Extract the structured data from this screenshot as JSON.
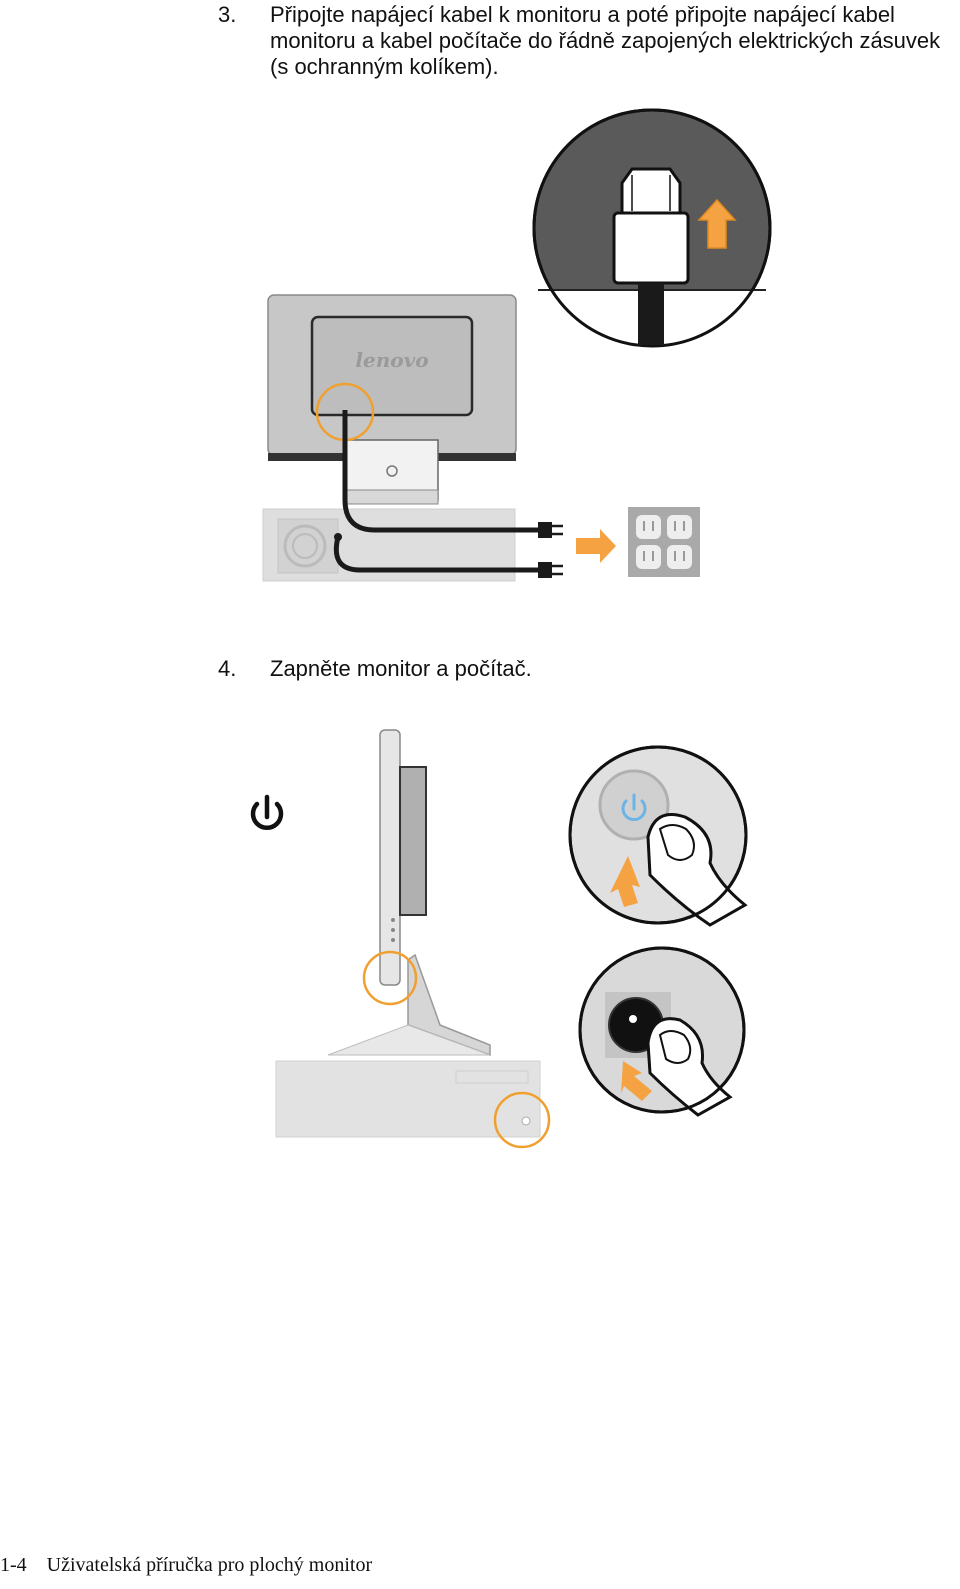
{
  "steps": [
    {
      "number": "3.",
      "text": "Připojte napájecí kabel k monitoru a poté připojte napájecí kabel monitoru a kabel počítače do řádně zapojených elektrických zásuvek (s ochranným kolíkem)."
    },
    {
      "number": "4.",
      "text": "Zapněte monitor a počítač."
    }
  ],
  "illustrations": {
    "brand_logo": "lenovo",
    "power_cable_icons": [
      "power-plug-icon",
      "arrow-up-icon",
      "arrow-right-icon",
      "wall-outlet-icon"
    ],
    "power_on_icons": [
      "power-symbol-icon",
      "power-button-icon",
      "finger-press-icon"
    ]
  },
  "colors": {
    "highlight": "#f0a030",
    "power_led": "#6ab4e8",
    "dark_panel": "#555555",
    "monitor_gray": "#c4c4c4"
  },
  "footer": {
    "page_number": "1-4",
    "title": "Uživatelská příručka pro plochý monitor"
  }
}
